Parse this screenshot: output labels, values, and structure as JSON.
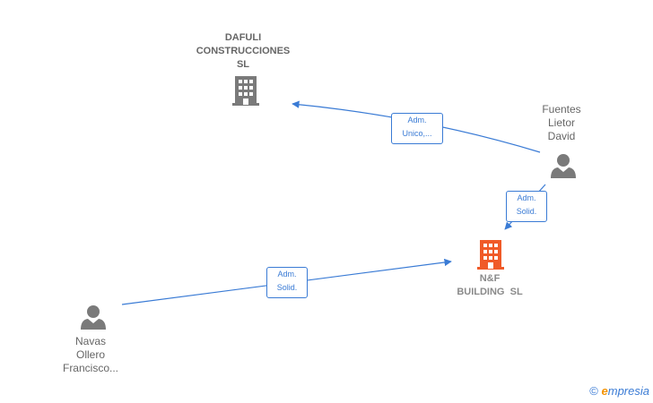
{
  "nodes": {
    "dafuli": {
      "lines": [
        "DAFULI",
        "CONSTRUCCIONES",
        "SL"
      ],
      "type": "company",
      "color": "#7a7a7a"
    },
    "nf_building": {
      "lines": [
        "N&F",
        "BUILDING  SL"
      ],
      "type": "company",
      "color": "#f05a28"
    },
    "fuentes": {
      "lines": [
        "Fuentes",
        "Lietor",
        "David"
      ],
      "type": "person",
      "color": "#7a7a7a"
    },
    "navas": {
      "lines": [
        "Navas",
        "Ollero",
        "Francisco..."
      ],
      "type": "person",
      "color": "#7a7a7a"
    }
  },
  "edges": [
    {
      "from": "fuentes",
      "to": "dafuli",
      "label": [
        "Adm.",
        "Unico,..."
      ]
    },
    {
      "from": "fuentes",
      "to": "nf_building",
      "label": [
        "Adm.",
        "Solid."
      ]
    },
    {
      "from": "navas",
      "to": "nf_building",
      "label": [
        "Adm.",
        "Solid."
      ]
    }
  ],
  "edge_color": "#3a7bd5",
  "footer": {
    "copyright": "©",
    "brand_initial": "e",
    "brand_rest": "mpresia"
  }
}
